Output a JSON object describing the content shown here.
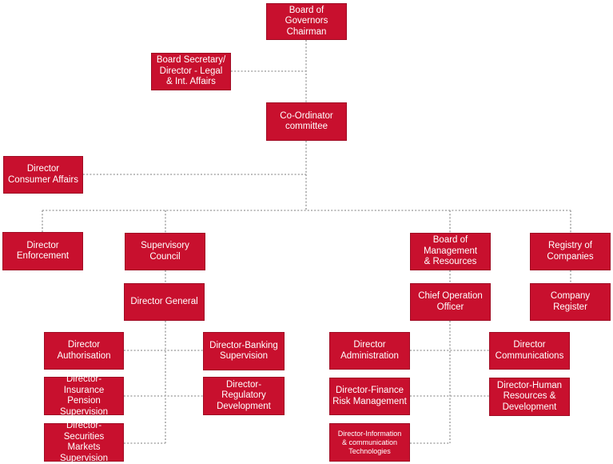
{
  "boxes": {
    "board": "Board of\nGovernors\nChairman",
    "secretary": "Board Secretary/\nDirector - Legal\n& Int. Affairs",
    "coordinator": "Co-Ordinator\ncommittee",
    "consumer": "Director\nConsumer Affairs",
    "enforcement": "Director\nEnforcement",
    "supervisory": "Supervisory\nCouncil",
    "director_general": "Director General",
    "authorisation": "Director\nAuthorisation",
    "banking": "Director-Banking\nSupervision",
    "insurance": "Director-Insurance\nPension\nSupervision",
    "regulatory": "Director-\nRegulatory\nDevelopment",
    "securities": "Director-Securities\nMarkets\nSupervision",
    "management": "Board of\nManagement\n& Resources",
    "coo": "Chief Operation\nOfficer",
    "administration": "Director\nAdministration",
    "communications": "Director\nCommunications",
    "finance": "Director-Finance\nRisk Management",
    "human": "Director-Human\nResources &\nDevelopment",
    "ict": "Director-Information\n& communication\nTechnologies",
    "registry": "Registry of\nCompanies",
    "company_register": "Company Register"
  },
  "colors": {
    "box": "#c8102e",
    "text": "#ffffff",
    "connector": "#a8a8a8"
  }
}
